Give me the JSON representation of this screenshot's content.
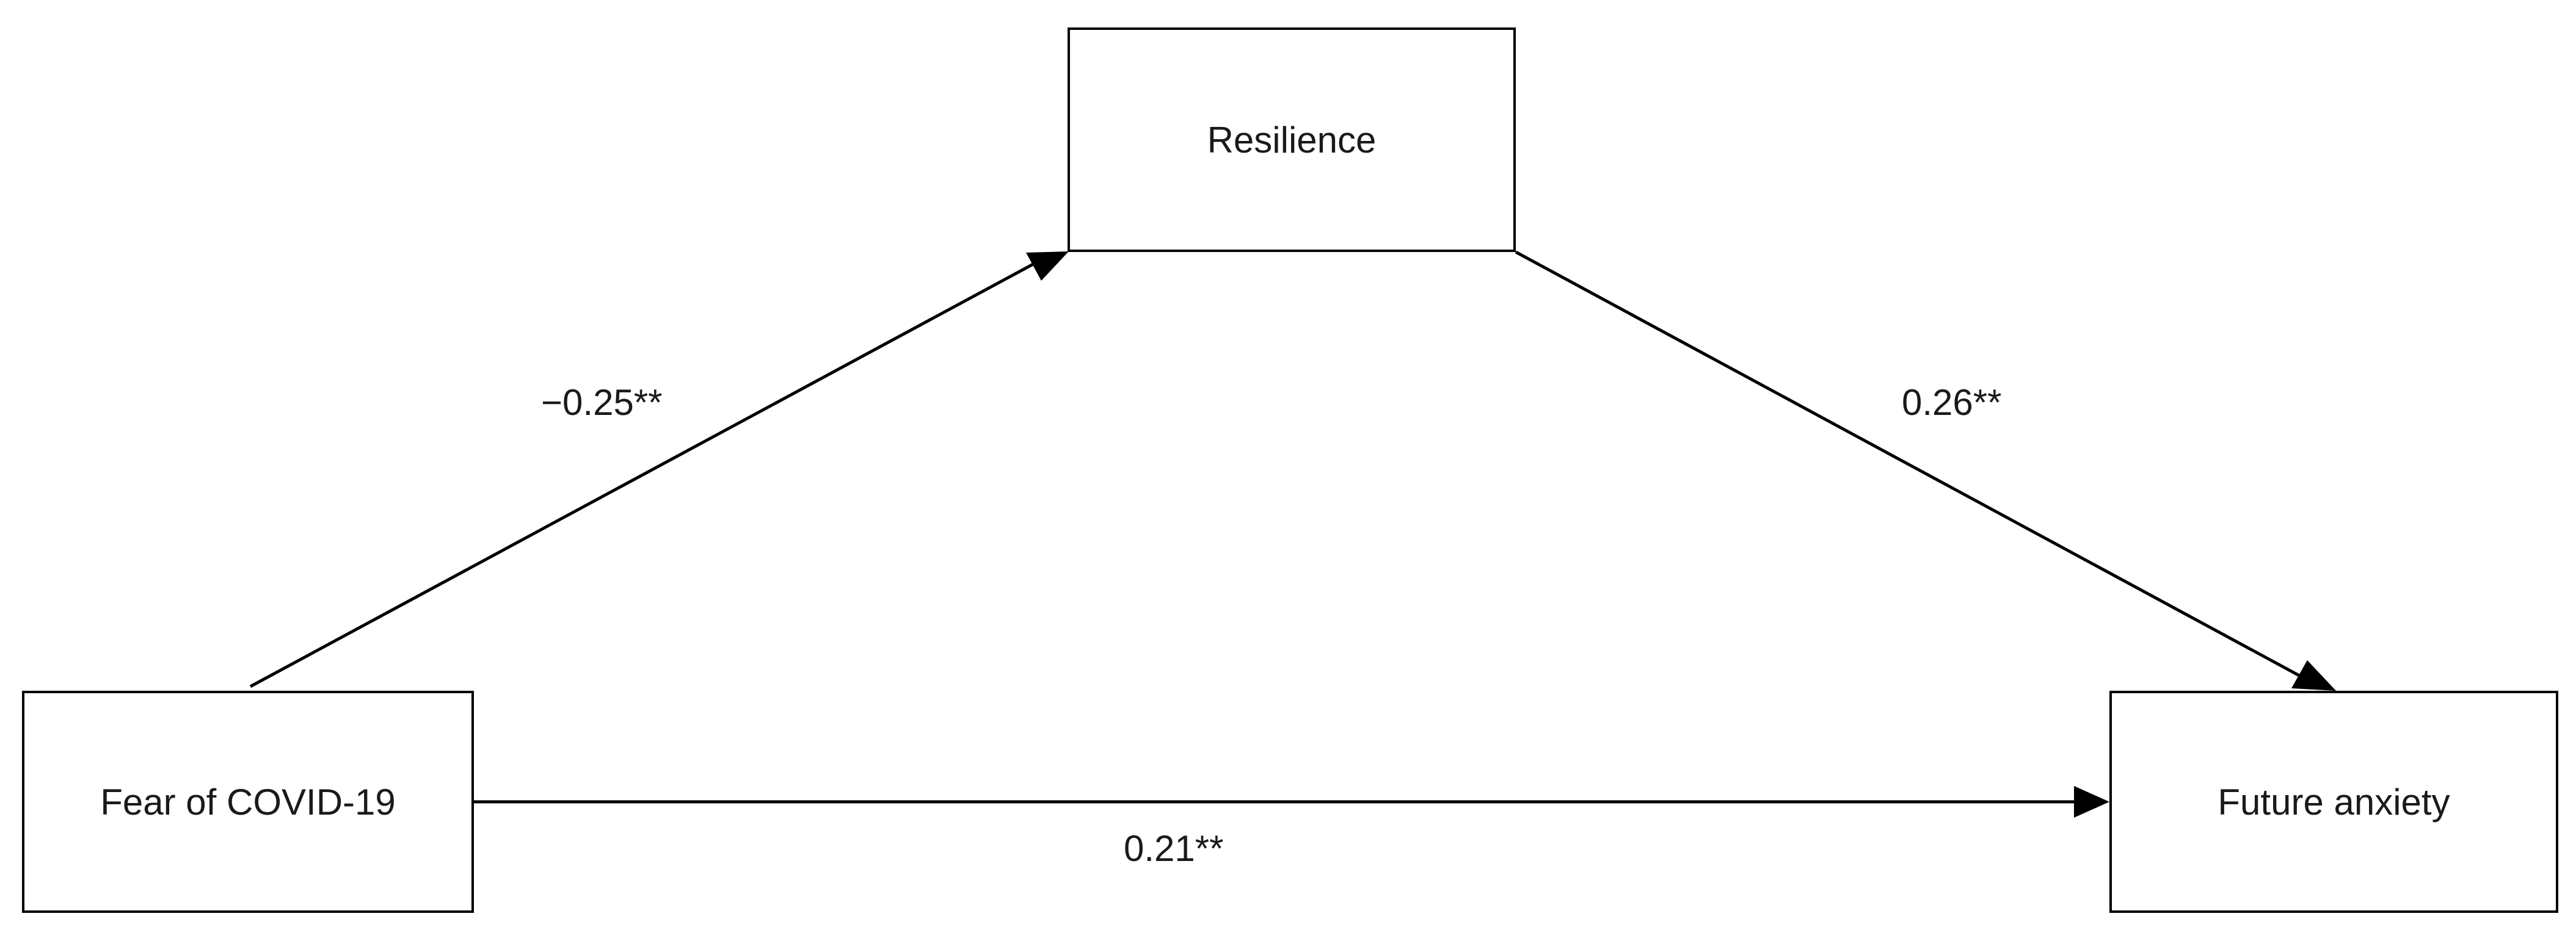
{
  "diagram": {
    "nodes": {
      "mediator": "Resilience",
      "predictor": "Fear of COVID-19",
      "outcome": "Future anxiety"
    },
    "paths": {
      "predictor_to_mediator": "−0.25**",
      "mediator_to_outcome": "0.26**",
      "predictor_to_outcome": "0.21**"
    }
  }
}
